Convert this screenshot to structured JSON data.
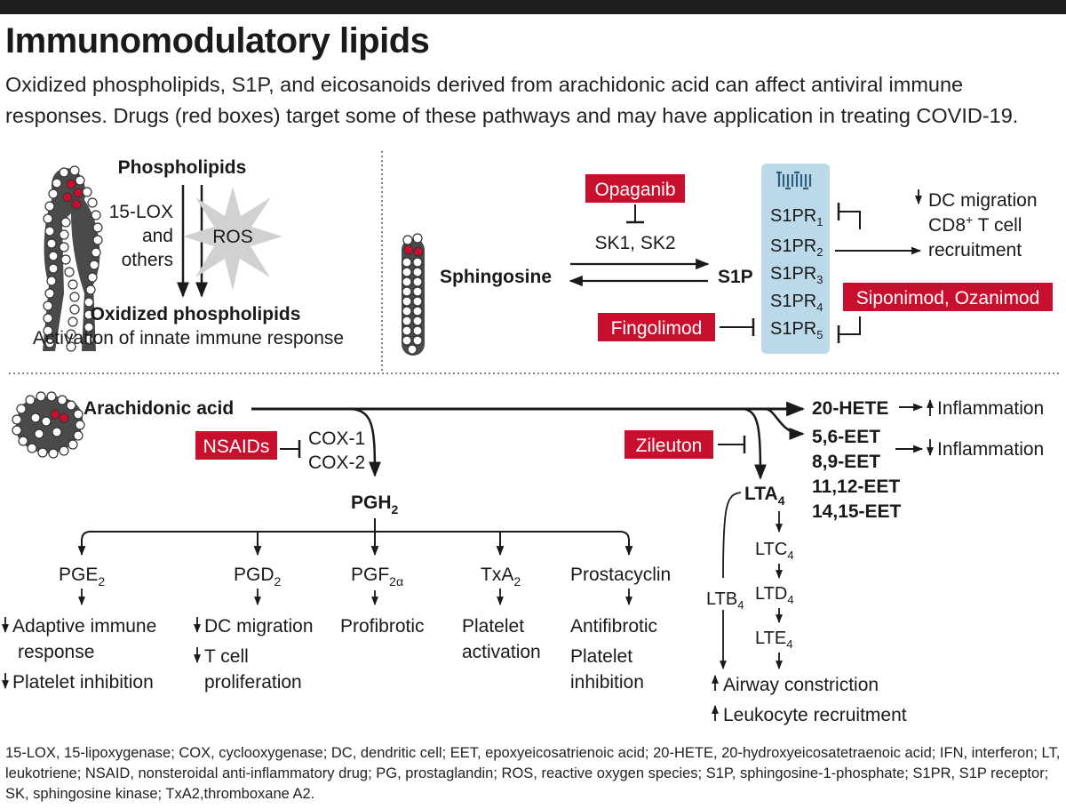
{
  "title": "Immunomodulatory lipids",
  "subtitle": "Oxidized phospholipids, S1P, and eicosanoids derived from arachidonic acid can affect antiviral immune responses. Drugs (red boxes) target some of these pathways and may have application in treating COVID-19.",
  "colors": {
    "drug_red": "#c8102e",
    "receptor_blue": "#bcd9ea",
    "star_gray": "#cfd1d3",
    "dark_bar": "#1f1f1f"
  },
  "panel_phospholipids": {
    "source": "Phospholipids",
    "enzymes": [
      "15-LOX",
      "and",
      "others"
    ],
    "ros": "ROS",
    "product": "Oxidized phospholipids",
    "effect": "Activation of innate immune response"
  },
  "panel_s1p": {
    "drug_top": "Opaganib",
    "kinases": "SK1, SK2",
    "sphingosine": "Sphingosine",
    "s1p": "S1P",
    "drug_bottom": "Fingolimod",
    "receptors": [
      {
        "base": "S1PR",
        "sub": "1"
      },
      {
        "base": "S1PR",
        "sub": "2"
      },
      {
        "base": "S1PR",
        "sub": "3"
      },
      {
        "base": "S1PR",
        "sub": "4"
      },
      {
        "base": "S1PR",
        "sub": "5"
      }
    ],
    "drug_right": "Siponimod, Ozanimod",
    "effect_line1": "DC migration",
    "effect_line2_a": "CD8",
    "effect_line2_sup": "+",
    "effect_line2_b": " T cell",
    "effect_line3": "recruitment"
  },
  "panel_arachidonic": {
    "source": "Arachidonic acid",
    "nsaids": "NSAIDs",
    "cox1": "COX-1",
    "cox2": "COX-2",
    "pgh2": {
      "base": "PGH",
      "sub": "2"
    },
    "zileuton": "Zileuton",
    "hete": "20-HETE",
    "hete_effect": "Inflammation",
    "eets": [
      "5,6-EET",
      "8,9-EET",
      "11,12-EET",
      "14,15-EET"
    ],
    "eet_effect": "Inflammation",
    "lta4": {
      "base": "LTA",
      "sub": "4"
    },
    "ltb4": {
      "base": "LTB",
      "sub": "4"
    },
    "ltc4": {
      "base": "LTC",
      "sub": "4"
    },
    "ltd4": {
      "base": "LTD",
      "sub": "4"
    },
    "lte4": {
      "base": "LTE",
      "sub": "4"
    },
    "lt_effect1": "Airway constriction",
    "lt_effect2": "Leukocyte recruitment",
    "prostanoids": {
      "pge2": {
        "base": "PGE",
        "sub": "2"
      },
      "pgd2": {
        "base": "PGD",
        "sub": "2"
      },
      "pgf2a": {
        "base": "PGF",
        "sub": "2α"
      },
      "txa2": {
        "base": "TxA",
        "sub": "2"
      },
      "prostacyclin": "Prostacyclin"
    },
    "effects": {
      "pge2_1a": "Adaptive immune",
      "pge2_1b": "response",
      "pge2_2": "Platelet inhibition",
      "pgd2_1": "DC migration",
      "pgd2_2a": "T cell",
      "pgd2_2b": "proliferation",
      "pgf2a_1": "Profibrotic",
      "txa2_1a": "Platelet",
      "txa2_1b": "activation",
      "pc_1": "Antifibrotic",
      "pc_2a": "Platelet",
      "pc_2b": "inhibition"
    }
  },
  "footnote": "15-LOX, 15-lipoxygenase; COX, cyclooxygenase; DC, dendritic cell; EET, epoxyeicosatrienoic acid; 20-HETE, 20-hydroxyeicosatetraenoic acid; IFN, interferon; LT, leukotriene; NSAID, nonsteroidal anti-inflammatory drug; PG, prostaglandin; ROS, reactive oxygen species; S1P, sphingosine-1-phosphate; S1PR, S1P receptor; SK, sphingosine kinase; TxA2,thromboxane A2."
}
